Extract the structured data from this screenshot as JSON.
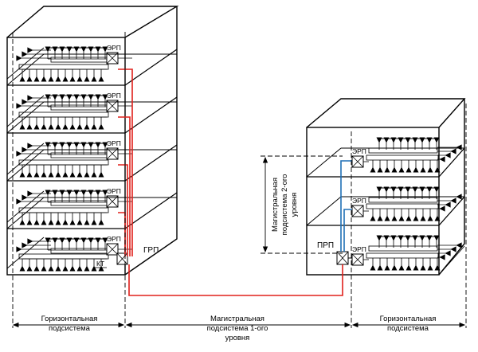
{
  "colors": {
    "line": "#000000",
    "backbone_primary": "#e0201b",
    "backbone_secondary": "#1f6fb5",
    "background": "#ffffff"
  },
  "labels": {
    "floor_panel": "ЭРП",
    "main_panel": "ГРП",
    "intermediate_panel": "ПРП",
    "connector": "КТ",
    "horizontal_left": [
      "Горизонтальная",
      "подсистема"
    ],
    "backbone_level1": [
      "Магистральная",
      "подсистема 1-ого",
      "уровня"
    ],
    "horizontal_right": [
      "Горизонтальная",
      "подсистема"
    ],
    "backbone_level2": [
      "Магистральная",
      "подсистема 2-ого",
      "уровня"
    ]
  },
  "buildings": {
    "left": {
      "floors": 5,
      "icons": [
        "equipment-triangle-icon",
        "cross-connect-box-icon"
      ]
    },
    "right": {
      "floors": 3,
      "icons": [
        "equipment-triangle-icon",
        "cross-connect-box-icon"
      ]
    }
  }
}
